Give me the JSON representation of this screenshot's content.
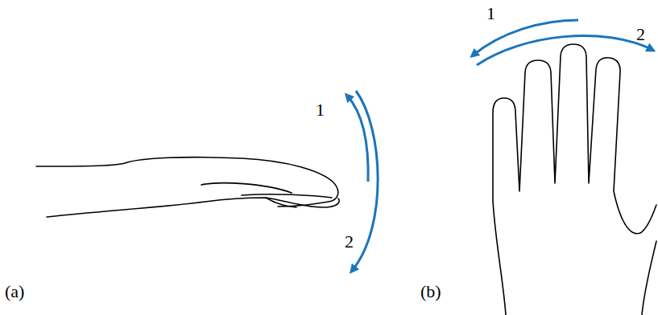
{
  "diagram": {
    "labels": [
      "(a)",
      "1",
      "2",
      "(b)",
      "1",
      "2"
    ]
  }
}
